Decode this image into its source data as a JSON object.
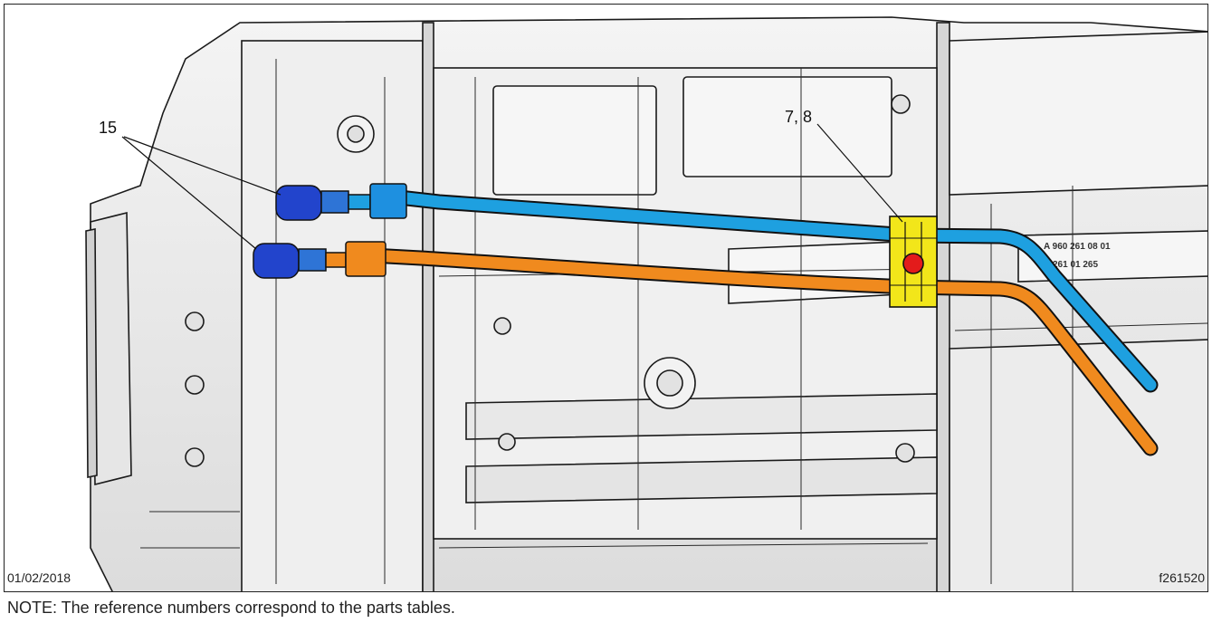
{
  "callouts": {
    "hoses_fittings": "15",
    "clamp": "7, 8"
  },
  "engraving": {
    "line1": "A 960 261 08 01",
    "line2": "261   01 265"
  },
  "footer": {
    "date": "01/02/2018",
    "figure_id": "f261520"
  },
  "caption": "NOTE: The reference numbers correspond to the parts tables.",
  "colors": {
    "blue_line": "#1ea0e0",
    "orange_line": "#f08a1e",
    "fitting_blue": "#2244cc",
    "clamp_yellow": "#f2e61a",
    "clamp_dot": "#e31b1b"
  }
}
